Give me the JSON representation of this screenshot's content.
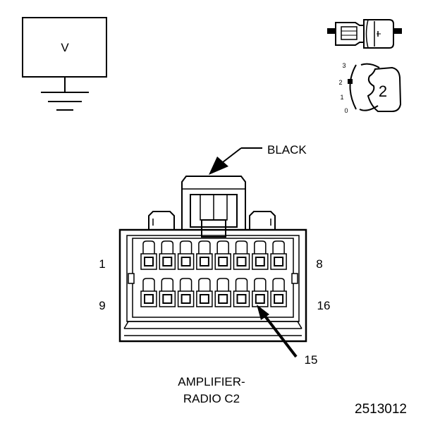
{
  "meter": {
    "label": "V"
  },
  "view_icon": {
    "scale_numbers": [
      "3",
      "2",
      "1",
      "0"
    ],
    "position_label": "2"
  },
  "connector": {
    "color_label": "BLACK",
    "pin_labels": {
      "top_left": "1",
      "top_right": "8",
      "bottom_left": "9",
      "bottom_right": "16"
    },
    "callout_pin": "15",
    "name_line1": "AMPLIFIER-",
    "name_line2": "RADIO C2"
  },
  "figure_number": "2513012",
  "colors": {
    "line": "#000000",
    "background": "#ffffff"
  }
}
